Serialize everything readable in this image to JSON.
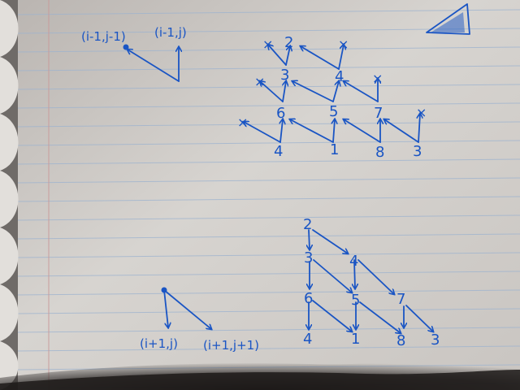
{
  "photo": {
    "subject": "lined notebook page with hand-drawn blue ink diagrams",
    "ink_color": "#1a55c4",
    "paper_color": "#d6d3cf",
    "rule_color": "#9db3cf",
    "margin_color": "#c99b9b",
    "shadow_color": "#1f1c1b"
  },
  "top_left_sketch": {
    "label_left": "(i-1,j-1)",
    "label_right": "(i-1,j)"
  },
  "top_right_grid": {
    "nodes": [
      "2",
      "3",
      "4",
      "6",
      "5",
      "7",
      "4",
      "1",
      "8",
      "3"
    ],
    "x_mark": "×"
  },
  "bottom_left_sketch": {
    "label_left": "(i+1,j)",
    "label_right": "(i+1,j+1)"
  },
  "bottom_right_grid": {
    "nodes": [
      "2",
      "3",
      "4",
      "6",
      "5",
      "7",
      "4",
      "1",
      "8",
      "3"
    ]
  }
}
